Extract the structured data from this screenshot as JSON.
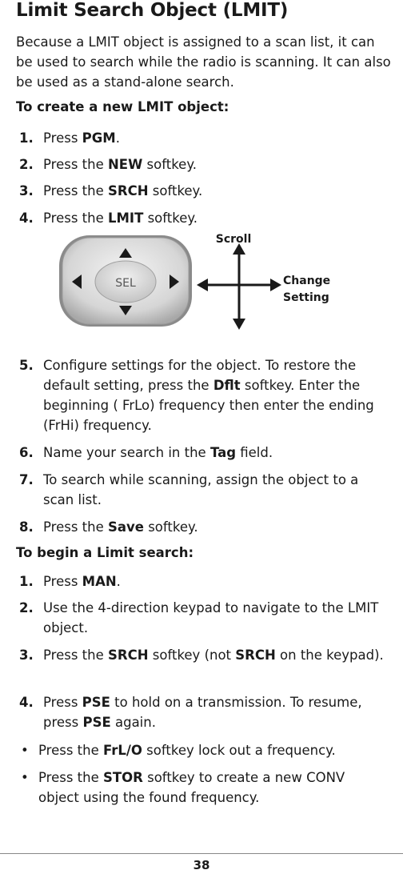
{
  "title": "Limit Search Object (LMIT)",
  "intro": "Because a LMIT object is assigned to a scan list, it can be used to search while the radio is scanning. It can also be used as a stand-alone search.",
  "create_heading": "To create a new LMIT object:",
  "create_steps": [
    {
      "num": "1.",
      "pre": "Press ",
      "bold": "PGM",
      "post": "."
    },
    {
      "num": "2.",
      "pre": "Press the ",
      "bold": "NEW",
      "post": " softkey."
    },
    {
      "num": "3.",
      "pre": "Press the ",
      "bold": "SRCH",
      "post": " softkey."
    },
    {
      "num": "4.",
      "pre": "Press the ",
      "bold": "LMIT",
      "post": " softkey."
    },
    {
      "num": "5.",
      "pre": "Configure settings for the object. To restore the default setting, press the ",
      "bold": "Dflt",
      "post": " softkey. Enter the beginning ( FrLo) frequency then enter the ending (FrHi) frequency."
    },
    {
      "num": "6.",
      "pre": "Name your search in the ",
      "bold": "Tag",
      "post": " field."
    },
    {
      "num": "7.",
      "pre": "To search while scanning, assign the object to a scan list.",
      "bold": "",
      "post": ""
    },
    {
      "num": "8.",
      "pre": "Press the ",
      "bold": "Save",
      "post": " softkey."
    }
  ],
  "figure": {
    "sel_label": "SEL",
    "scroll_label": "Scroll",
    "change_label_1": "Change",
    "change_label_2": "Setting"
  },
  "begin_heading": "To begin a Limit search:",
  "begin_steps": [
    {
      "num": "1.",
      "pre": "Press ",
      "bold": "MAN",
      "post": "."
    },
    {
      "num": "2.",
      "pre": "Use the 4-direction keypad to navigate to the LMIT object.",
      "bold": "",
      "post": ""
    },
    {
      "num": "3.",
      "pre": "Press the ",
      "bold": "SRCH",
      "post": " softkey (not ",
      "bold2": "SRCH",
      "post2": " on the keypad)."
    },
    {
      "num": "4.",
      "pre": "Press ",
      "bold": "PSE",
      "post": " to hold on a transmission. To resume, press ",
      "bold2": "PSE",
      "post2": " again."
    }
  ],
  "bullets": [
    {
      "dot": "•",
      "pre": "Press the ",
      "bold": "FrL/O",
      "post": " softkey lock out a frequency."
    },
    {
      "dot": "•",
      "pre": "Press the ",
      "bold": "STOR",
      "post": " softkey to create a new CONV object using the found frequency."
    }
  ],
  "page_number": "38"
}
